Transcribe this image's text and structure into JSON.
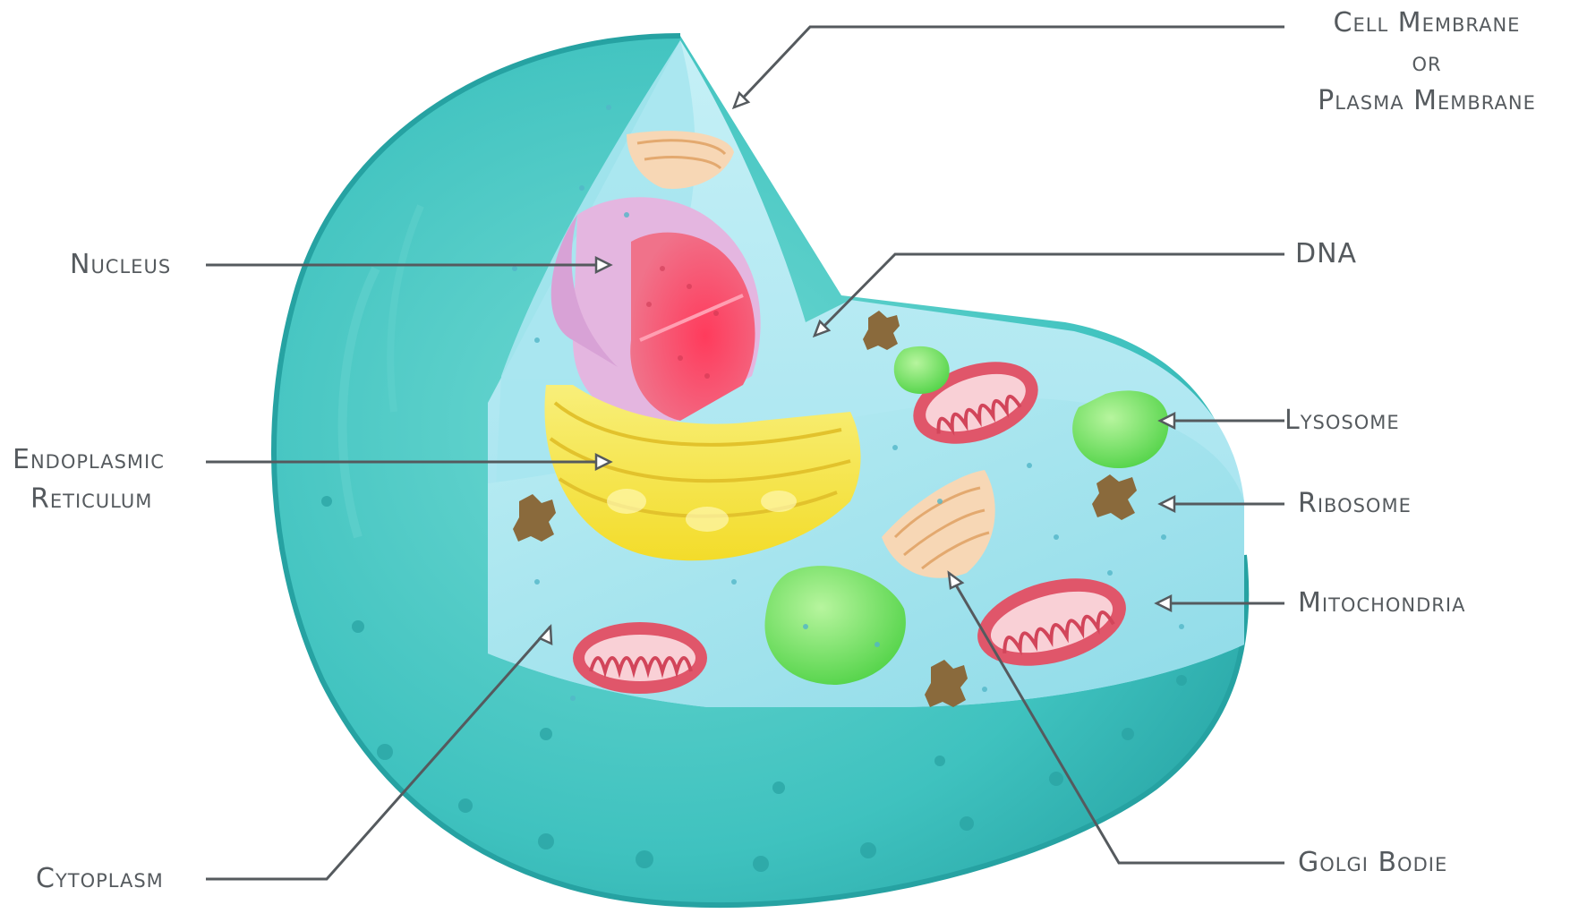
{
  "colors": {
    "cytoplasm": "#8fdbe8",
    "cell_outer": "#3fc2bf",
    "nucleus_envelope": "#e4b6e0",
    "nucleus_inner": "#ef5a76",
    "endoplasmic_reticulum": "#f5e54a",
    "mitochondria": "#e0566a",
    "lysosome": "#7fe070",
    "ribosome": "#8a6a3c",
    "golgi": "#f7d7b5",
    "leader_line": "#555a5e"
  },
  "labels": {
    "cell_membrane": [
      "Cell Membrane",
      "or",
      "Plasma Membrane"
    ],
    "nucleus": "Nucleus",
    "dna": "DNA",
    "endoplasmic_reticulum": [
      "Endoplasmic",
      "Reticulum"
    ],
    "lysosome": "Lysosome",
    "ribosome": "Ribosome",
    "mitochondria": "Mitochondria",
    "cytoplasm": "Cytoplasm",
    "golgi": "Golgi Bodie"
  }
}
